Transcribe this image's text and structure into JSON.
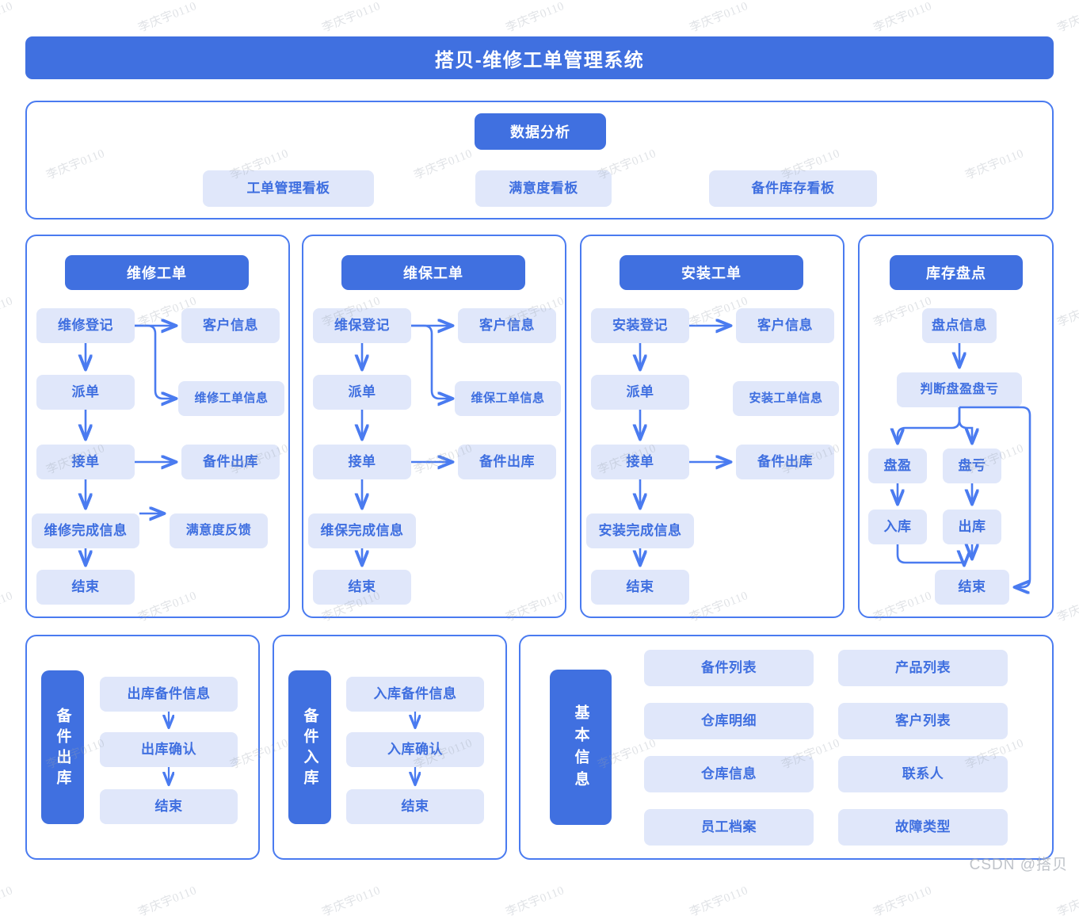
{
  "header": {
    "title": "搭贝-维修工单管理系统"
  },
  "analytics": {
    "group_label": "数据分析",
    "boards": [
      {
        "label": "工单管理看板"
      },
      {
        "label": "满意度看板"
      },
      {
        "label": "备件库存看板"
      }
    ]
  },
  "flows": [
    {
      "title": "维修工单",
      "main": [
        "维修登记",
        "派单",
        "接单",
        "维修完成信息",
        "结束"
      ],
      "side": [
        "客户信息",
        "维修工单信息",
        "备件出库",
        "满意度反馈"
      ]
    },
    {
      "title": "维保工单",
      "main": [
        "维保登记",
        "派单",
        "接单",
        "维保完成信息",
        "结束"
      ],
      "side": [
        "客户信息",
        "维保工单信息",
        "备件出库"
      ]
    },
    {
      "title": "安装工单",
      "main": [
        "安装登记",
        "派单",
        "接单",
        "安装完成信息",
        "结束"
      ],
      "side": [
        "客户信息",
        "安装工单信息",
        "备件出库"
      ]
    },
    {
      "title": "库存盘点",
      "steps": [
        "盘点信息",
        "判断盘盈盘亏",
        "盘盈",
        "盘亏",
        "入库",
        "出库",
        "结束"
      ]
    }
  ],
  "outbound": {
    "label": "备件出库",
    "steps": [
      "出库备件信息",
      "出库确认",
      "结束"
    ]
  },
  "inbound": {
    "label": "备件入库",
    "steps": [
      "入库备件信息",
      "入库确认",
      "结束"
    ]
  },
  "basic_info": {
    "label": "基本信息",
    "left_column": [
      "备件列表",
      "仓库明细",
      "仓库信息",
      "员工档案"
    ],
    "right_column": [
      "产品列表",
      "客户列表",
      "联系人",
      "故障类型"
    ]
  },
  "colors": {
    "primary": "#4070e0",
    "chip_bg": "#e0e7fa",
    "chip_text": "#3f6fe0",
    "panel_border": "#4a7bf0",
    "arrow": "#4a7bf0",
    "page_bg": "#ffffff"
  },
  "watermark": {
    "tile_text": "李庆宇0110",
    "footer_text": "CSDN @搭贝"
  }
}
